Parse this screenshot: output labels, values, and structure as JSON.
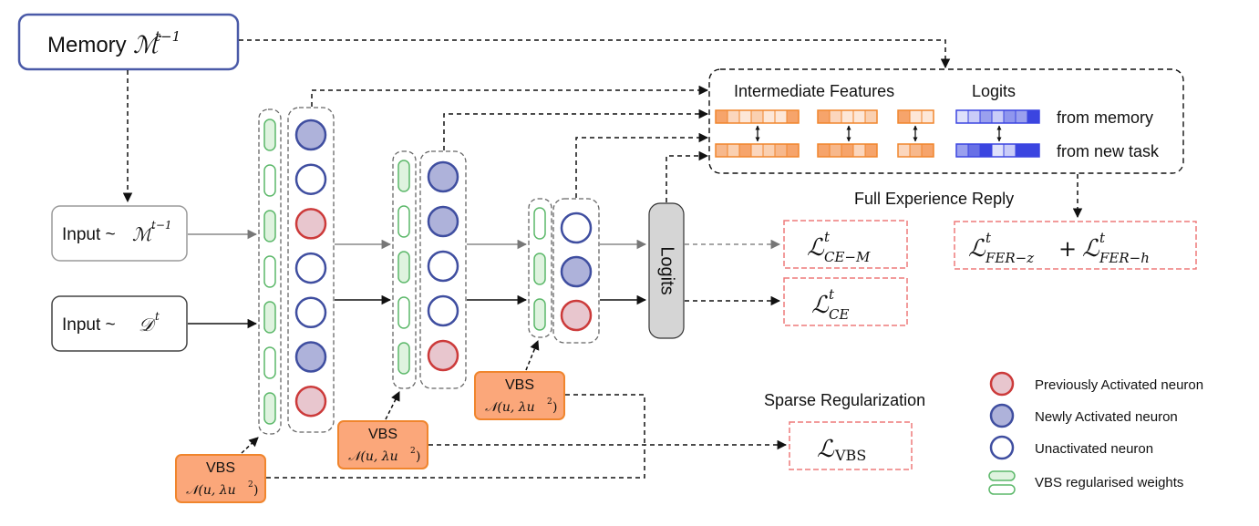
{
  "memory": {
    "label": "Memory",
    "symbol": "ℳ",
    "sup": "t−1"
  },
  "inputs": [
    {
      "label": "Input ~",
      "symbol": "ℳ",
      "sup": "t−1"
    },
    {
      "label": "Input ~ ",
      "symbol": "𝒟",
      "sup": "t"
    }
  ],
  "vbs": {
    "title": "VBS",
    "dist": "𝒩(u, λu",
    "dist_sup": "2",
    "dist_close": ")"
  },
  "logits_block": "Logits",
  "panel": {
    "intermediate_features": "Intermediate Features",
    "logits": "Logits",
    "from_memory": "from memory",
    "from_new_task": "from new task"
  },
  "full_experience_reply": "Full Experience Reply",
  "losses": {
    "ce_m": {
      "symbol": "ℒ",
      "sup": "t",
      "sub": "CE−M"
    },
    "ce": {
      "symbol": "ℒ",
      "sup": "t",
      "sub": "CE"
    },
    "fer": {
      "symbol1": "ℒ",
      "sup1": "t",
      "sub1": "FER−z",
      "plus": "+",
      "symbol2": "ℒ",
      "sup2": "t",
      "sub2": "FER−h"
    },
    "vbs": {
      "symbol": "ℒ",
      "sub": "VBS"
    }
  },
  "sparse_regularization": "Sparse Regularization",
  "legend": [
    {
      "label": "Previously Activated neuron",
      "kind": "prev"
    },
    {
      "label": "Newly Activated neuron",
      "kind": "new"
    },
    {
      "label": "Unactivated neuron",
      "kind": "unact"
    },
    {
      "label": "VBS regularised weights",
      "kind": "vbs"
    }
  ],
  "colors": {
    "box_blue": "#4a5aa8",
    "prev_fill": "#e8c6ce",
    "prev_stroke": "#cc3a3a",
    "new_fill": "#aeb2da",
    "new_stroke": "#3f4ea0",
    "unact_stroke": "#3f4ea0",
    "vbs_fill": "#dff3df",
    "vbs_stroke": "#5cb86a",
    "vbs_box_fill": "#fba77a",
    "vbs_box_stroke": "#f0852d",
    "loss_border": "#ee7a7a",
    "logits_fill": "#d5d5d5"
  }
}
